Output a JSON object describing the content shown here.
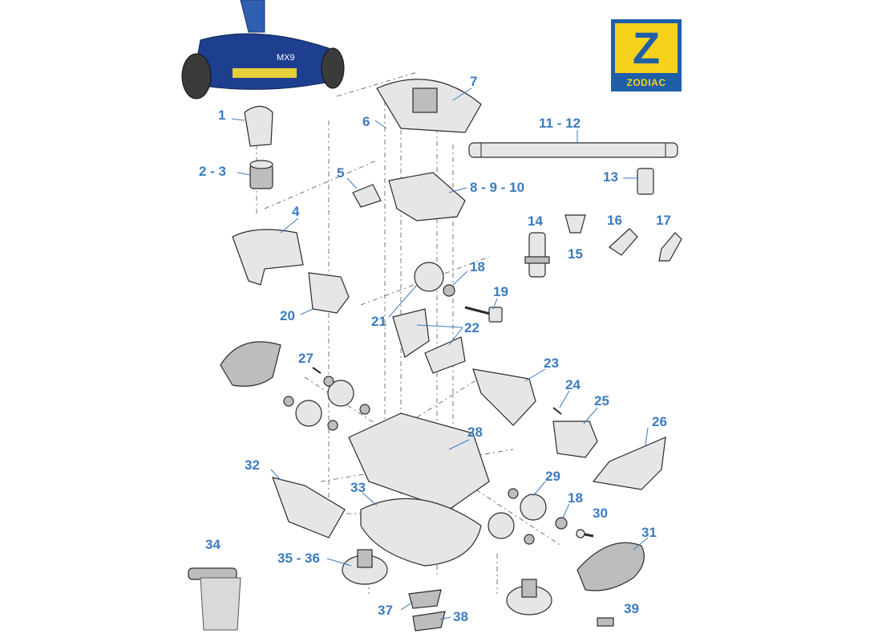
{
  "brand": {
    "name": "ZODIAC",
    "colors": {
      "brand_blue": "#1f5fa8",
      "brand_yellow": "#f6d21c",
      "label_blue": "#3b7bbf"
    }
  },
  "product": {
    "model": "MX9"
  },
  "part_labels": [
    {
      "id": "p1",
      "text": "1"
    },
    {
      "id": "p2",
      "text": "2 - 3"
    },
    {
      "id": "p4",
      "text": "4"
    },
    {
      "id": "p5",
      "text": "5"
    },
    {
      "id": "p6",
      "text": "6"
    },
    {
      "id": "p7",
      "text": "7"
    },
    {
      "id": "p8",
      "text": "8 - 9 - 10"
    },
    {
      "id": "p11",
      "text": "11 - 12"
    },
    {
      "id": "p13",
      "text": "13"
    },
    {
      "id": "p14",
      "text": "14"
    },
    {
      "id": "p15",
      "text": "15"
    },
    {
      "id": "p16",
      "text": "16"
    },
    {
      "id": "p17",
      "text": "17"
    },
    {
      "id": "p18a",
      "text": "18"
    },
    {
      "id": "p19",
      "text": "19"
    },
    {
      "id": "p20",
      "text": "20"
    },
    {
      "id": "p21",
      "text": "21"
    },
    {
      "id": "p22",
      "text": "22"
    },
    {
      "id": "p23",
      "text": "23"
    },
    {
      "id": "p24",
      "text": "24"
    },
    {
      "id": "p25",
      "text": "25"
    },
    {
      "id": "p26",
      "text": "26"
    },
    {
      "id": "p27",
      "text": "27"
    },
    {
      "id": "p28",
      "text": "28"
    },
    {
      "id": "p29",
      "text": "29"
    },
    {
      "id": "p18b",
      "text": "18"
    },
    {
      "id": "p30",
      "text": "30"
    },
    {
      "id": "p31",
      "text": "31"
    },
    {
      "id": "p32",
      "text": "32"
    },
    {
      "id": "p33",
      "text": "33"
    },
    {
      "id": "p34",
      "text": "34"
    },
    {
      "id": "p35",
      "text": "35 - 36"
    },
    {
      "id": "p37",
      "text": "37"
    },
    {
      "id": "p38",
      "text": "38"
    },
    {
      "id": "p39",
      "text": "39"
    }
  ]
}
